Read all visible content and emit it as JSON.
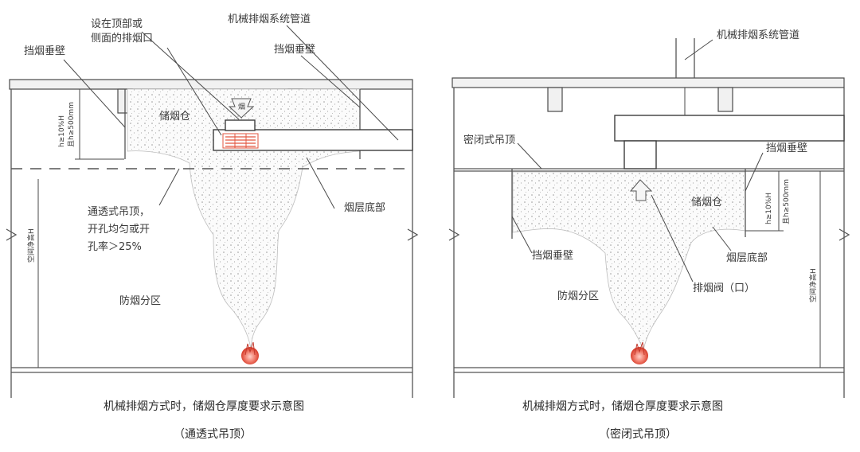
{
  "left": {
    "labels": {
      "top_vent": [
        "设在顶部或",
        "侧面的排烟口"
      ],
      "duct": "机械排烟系统管道",
      "curtain_left": "挡烟垂壁",
      "curtain_right": "挡烟垂壁",
      "reservoir": "储烟仓",
      "vent_glyph": "烟",
      "permeable_ceiling": [
        "通透式吊顶，",
        "开孔均匀或开",
        "孔率＞25%"
      ],
      "smoke_bottom": "烟层底部",
      "zone": "防烟分区",
      "height_note": [
        "h≥10%H",
        "且h≥500mm"
      ],
      "clear_height": "空间净高H"
    },
    "caption": {
      "line1": "机械排烟方式时，储烟仓厚度要求示意图",
      "line2": "（通透式吊顶）"
    }
  },
  "right": {
    "labels": {
      "duct": "机械排烟系统管道",
      "closed_ceiling": "密闭式吊顶",
      "curtain_right": "挡烟垂壁",
      "reservoir": "储烟仓",
      "curtain_left": "挡烟垂壁",
      "smoke_bottom": "烟层底部",
      "exhaust_valve": "排烟阀（口）",
      "zone": "防烟分区",
      "height_note": [
        "h≥10%H",
        "且h≥500mm"
      ],
      "clear_height": "空间净高H"
    },
    "caption": {
      "line1": "机械排烟方式时，储烟仓厚度要求示意图",
      "line2": "（密闭式吊顶）"
    }
  },
  "colors": {
    "line": "#4a4a4a",
    "smoke_dots": "#9a9a9a",
    "fire": "#e0463a",
    "vent_grille": "#e2553f"
  },
  "icons": [
    "arrow-up-icon",
    "arrow-down-icon",
    "fire-icon"
  ]
}
